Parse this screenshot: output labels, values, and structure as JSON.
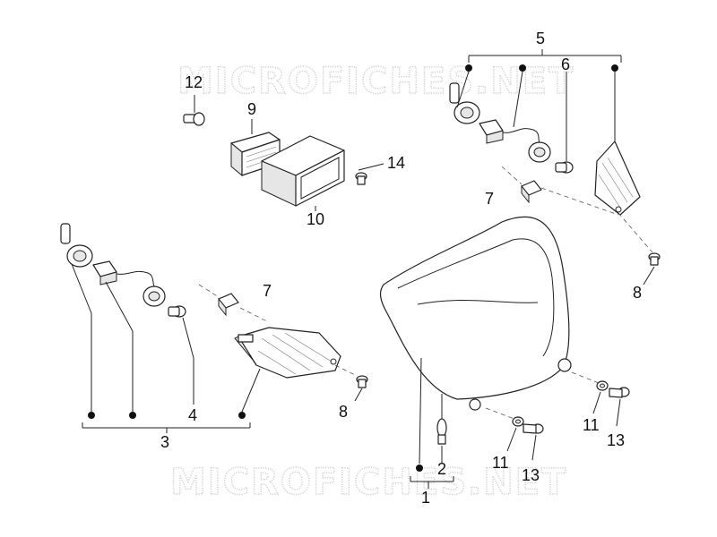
{
  "watermark": "MICROFICHES.NET",
  "callouts": {
    "c1": "1",
    "c2": "2",
    "c3": "3",
    "c4": "4",
    "c5": "5",
    "c6": "6",
    "c7a": "7",
    "c7b": "7",
    "c8a": "8",
    "c8b": "8",
    "c9": "9",
    "c10": "10",
    "c11a": "11",
    "c11b": "11",
    "c12": "12",
    "c13a": "13",
    "c13b": "13",
    "c14": "14"
  },
  "colors": {
    "line": "#222222",
    "watermark": "#cfcfcf",
    "background": "#ffffff"
  }
}
